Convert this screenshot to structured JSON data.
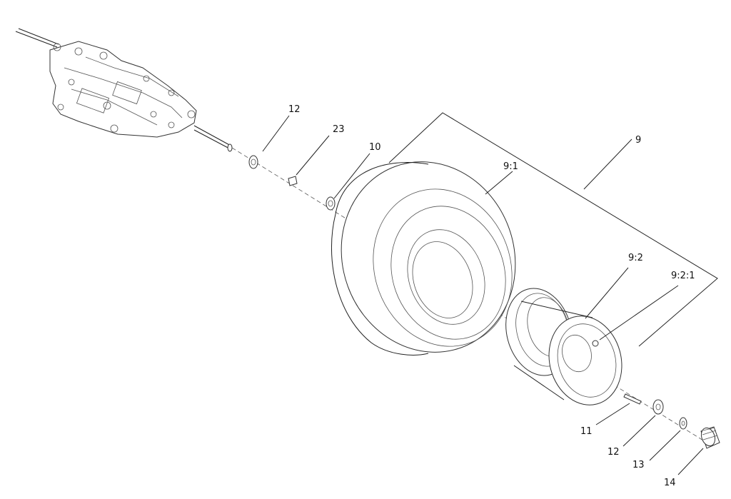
{
  "callouts": {
    "c12a": "12",
    "c23": "23",
    "c10": "10",
    "c9": "9",
    "c9_1": "9:1",
    "c9_2": "9:2",
    "c9_2_1": "9:2:1",
    "c11": "11",
    "c12b": "12",
    "c13": "13",
    "c14": "14"
  }
}
